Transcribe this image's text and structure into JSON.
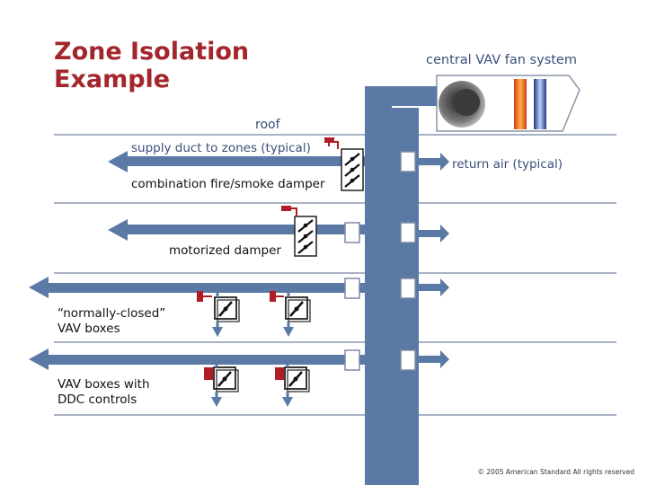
{
  "title": "Zone Isolation Example",
  "labels": {
    "fan_system": "central VAV fan system",
    "roof": "roof",
    "supply_duct": "supply duct to zones (typical)",
    "return_air": "return air (typical)",
    "fire_smoke_damper": "combination fire/smoke damper",
    "motorized_damper": "motorized damper",
    "normally_closed_line1": "“normally-closed”",
    "normally_closed_line2": "VAV boxes",
    "ddc_line1": "VAV boxes with",
    "ddc_line2": "DDC controls"
  },
  "copyright": "© 2005 American Standard All rights reserved",
  "colors": {
    "title": "#a3262c",
    "label": "#3a4f7a",
    "duct": "#5b79a5",
    "floor_line": "#a9b1c5",
    "actuator": "#b01d24"
  }
}
